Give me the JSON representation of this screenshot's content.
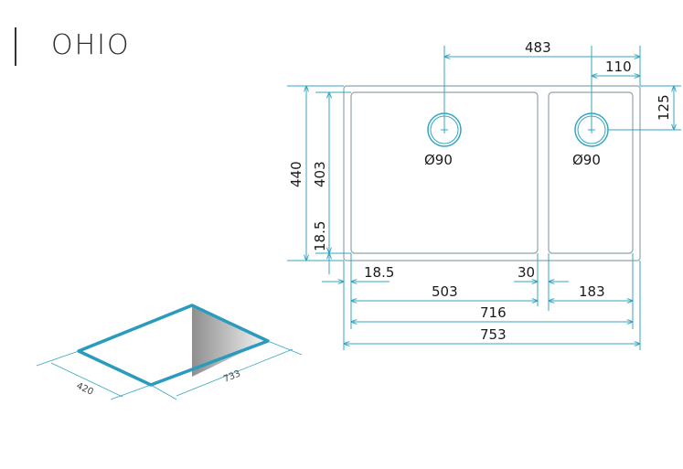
{
  "product_name": "OHIO",
  "colors": {
    "dimension_line": "#35a6bf",
    "outline": "#8fa3ad",
    "sink_edge": "#2a9bbd",
    "text": "#1a1a1a"
  },
  "top_view": {
    "dims": {
      "overall_top": "483",
      "small_bowl_offset": "110",
      "drain_offset_vertical": "125",
      "height_outer": "440",
      "height_inner": "403",
      "rim_left_vertical": "18.5",
      "rim_left_horizontal": "18.5",
      "divider": "30",
      "big_bowl_width": "503",
      "small_bowl_width": "183",
      "inner_width": "716",
      "outer_width": "753"
    },
    "drains": [
      {
        "label": "Ø90"
      },
      {
        "label": "Ø90"
      }
    ]
  },
  "iso_view": {
    "depth": "420",
    "length": "733"
  }
}
